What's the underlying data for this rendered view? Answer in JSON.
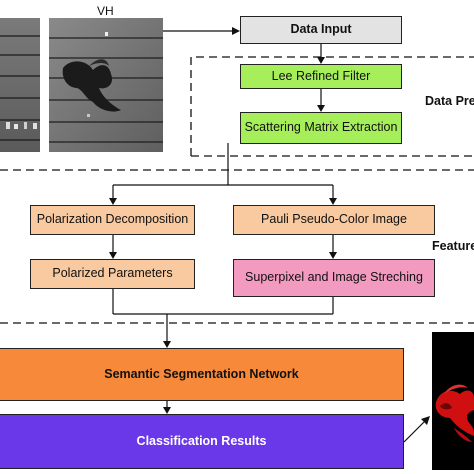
{
  "inputs": {
    "vh_label": "VH"
  },
  "boxes": {
    "data_input": "Data Input",
    "lee_filter": "Lee Refined Filter",
    "scattering": "Scattering Matrix Extraction",
    "polarization_decomposition": "Polarization Decomposition",
    "pauli": "Pauli Pseudo-Color Image",
    "polarized_parameters": "Polarized Parameters",
    "superpixel": "Superpixel and Image Streching",
    "semantic_segmentation": "Semantic Segmentation Network",
    "classification": "Classification Results"
  },
  "section_labels": {
    "preprocessing": "Data Pre",
    "feature": "Feature"
  },
  "colors": {
    "data_input": "#e3e3e3",
    "green": "#a6ef5a",
    "peach": "#f9c9a0",
    "pink": "#f39ac0",
    "orange": "#f68a3a",
    "purple": "#6a38e8",
    "result_red": "#d01010"
  }
}
